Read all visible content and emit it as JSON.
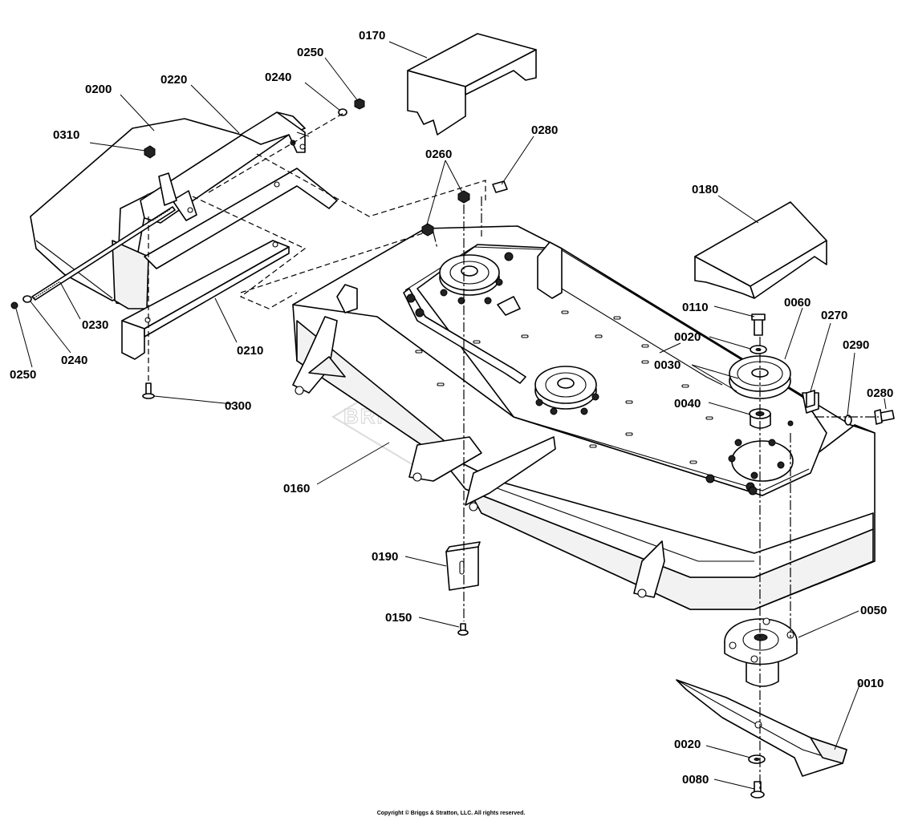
{
  "callouts": {
    "c0170": "0170",
    "c0250a": "0250",
    "c0240a": "0240",
    "c0200": "0200",
    "c0220": "0220",
    "c0310": "0310",
    "c0260": "0260",
    "c0280a": "0280",
    "c0180": "0180",
    "c0230": "0230",
    "c0250b": "0250",
    "c0240b": "0240",
    "c0210": "0210",
    "c0300": "0300",
    "c0110": "0110",
    "c0060": "0060",
    "c0270": "0270",
    "c0020a": "0020",
    "c0290": "0290",
    "c0030": "0030",
    "c0280b": "0280",
    "c0040": "0040",
    "c0160": "0160",
    "c0190": "0190",
    "c0150": "0150",
    "c0050": "0050",
    "c0010": "0010",
    "c0020b": "0020",
    "c0080": "0080"
  },
  "watermark": "BRIGGS&STRATTON",
  "copyright": "Copyright © Briggs & Stratton, LLC. All rights reserved."
}
